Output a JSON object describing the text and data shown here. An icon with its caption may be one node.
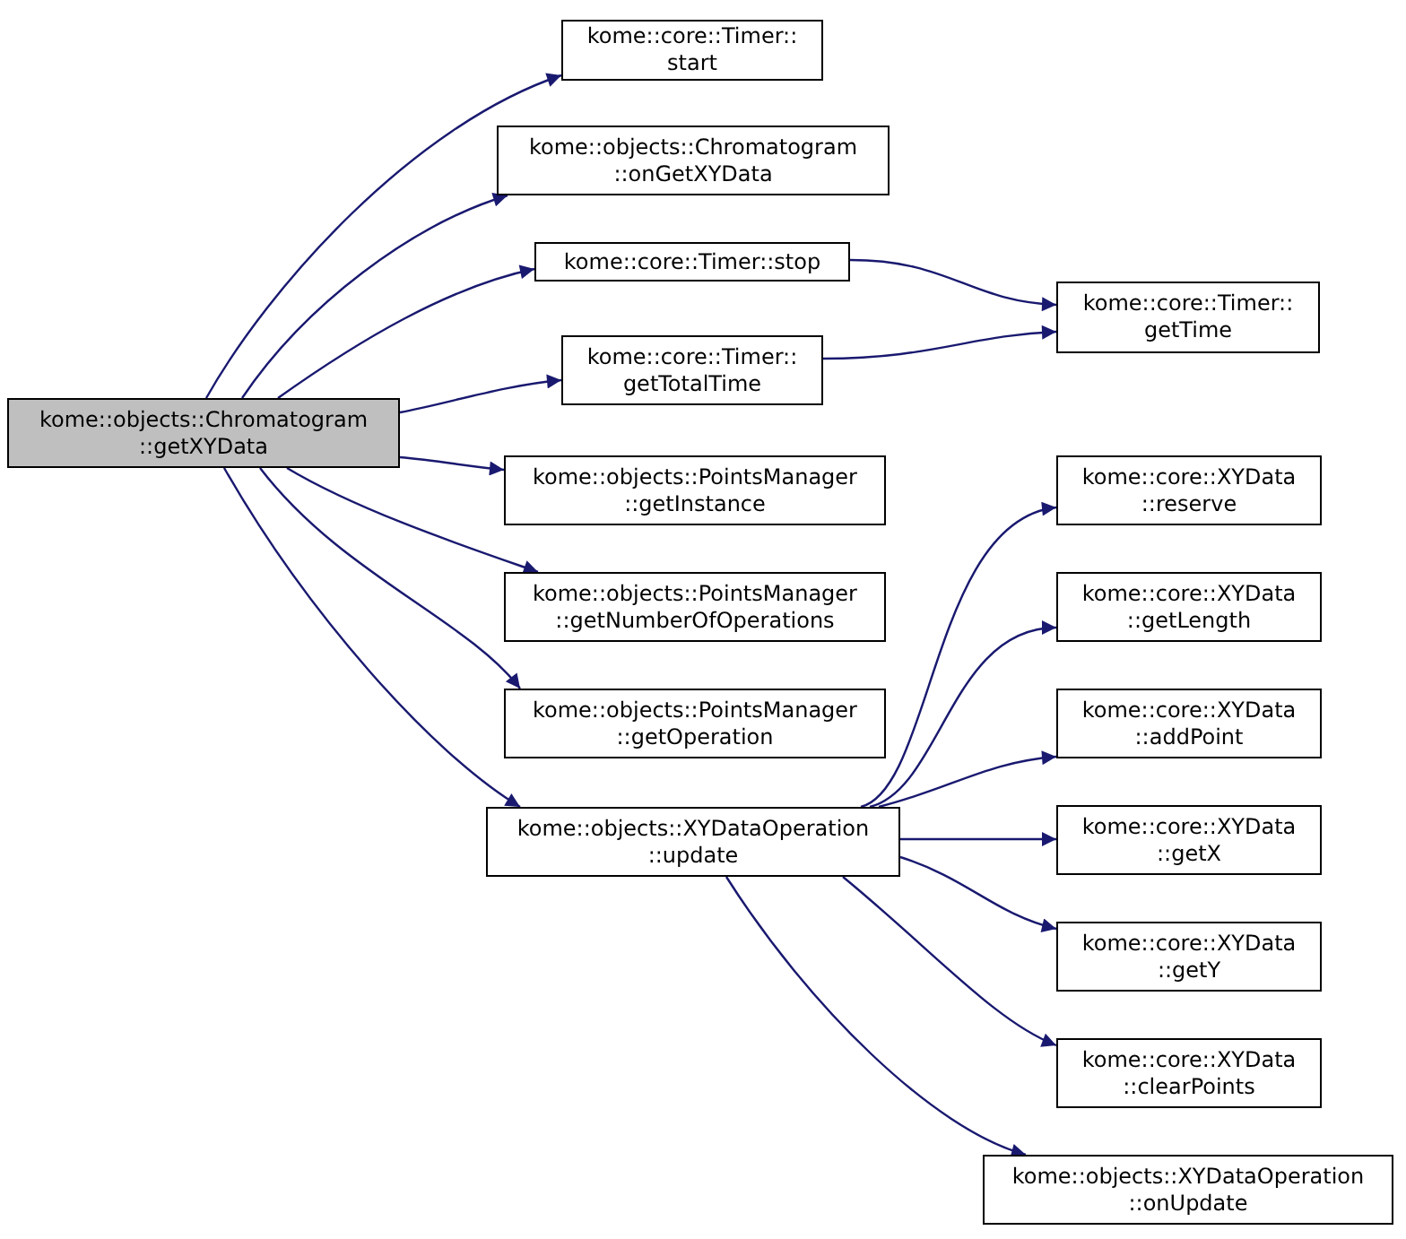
{
  "diagram": {
    "nodes": [
      {
        "text": [
          "kome::objects::Chromatogram ::getXYData"
        ]
      },
      {
        "text": [
          "kome::core::Timer:: start"
        ]
      },
      {
        "text": [
          "kome::objects::Chromatogram ::onGetXYData"
        ]
      },
      {
        "text": [
          "kome::core::Timer::stop"
        ]
      },
      {
        "text": [
          "kome::core::Timer:: getTotalTime"
        ]
      },
      {
        "text": [
          "kome::core::Timer:: getTime"
        ]
      },
      {
        "text": [
          "kome::objects::PointsManager ::getInstance"
        ]
      },
      {
        "text": [
          "kome::objects::PointsManager ::getNumberOfOperations"
        ]
      },
      {
        "text": [
          "kome::objects::PointsManager ::getOperation"
        ]
      },
      {
        "text": [
          "kome::objects::XYDataOperation ::update"
        ]
      },
      {
        "text": [
          "kome::core::XYData ::reserve"
        ]
      },
      {
        "text": [
          "kome::core::XYData ::getLength"
        ]
      },
      {
        "text": [
          "kome::core::XYData ::addPoint"
        ]
      },
      {
        "text": [
          "kome::core::XYData ::getX"
        ]
      },
      {
        "text": [
          "kome::core::XYData ::getY"
        ]
      },
      {
        "text": [
          "kome::core::XYData ::clearPoints"
        ]
      },
      {
        "text": [
          "kome::objects::XYDataOperation ::onUpdate"
        ]
      }
    ],
    "edges": [
      {
        "from": 0,
        "to": 1,
        "arrow": "to"
      },
      {
        "from": 0,
        "to": 2,
        "arrow": "to"
      },
      {
        "from": 0,
        "to": 3,
        "arrow": "to"
      },
      {
        "from": 0,
        "to": 4,
        "arrow": "to"
      },
      {
        "from": 0,
        "to": 6,
        "arrow": "to"
      },
      {
        "from": 0,
        "to": 7,
        "arrow": "to"
      },
      {
        "from": 0,
        "to": 8,
        "arrow": "to"
      },
      {
        "from": 0,
        "to": 9,
        "arrow": "to"
      },
      {
        "from": 3,
        "to": 5,
        "arrow": "to"
      },
      {
        "from": 4,
        "to": 5,
        "arrow": "to"
      },
      {
        "from": 9,
        "to": 10,
        "arrow": "to"
      },
      {
        "from": 9,
        "to": 11,
        "arrow": "to"
      },
      {
        "from": 9,
        "to": 12,
        "arrow": "to"
      },
      {
        "from": 9,
        "to": 13,
        "arrow": "to"
      },
      {
        "from": 9,
        "to": 14,
        "arrow": "to"
      },
      {
        "from": 9,
        "to": 15,
        "arrow": "to"
      },
      {
        "from": 9,
        "to": 16,
        "arrow": "to"
      }
    ]
  }
}
